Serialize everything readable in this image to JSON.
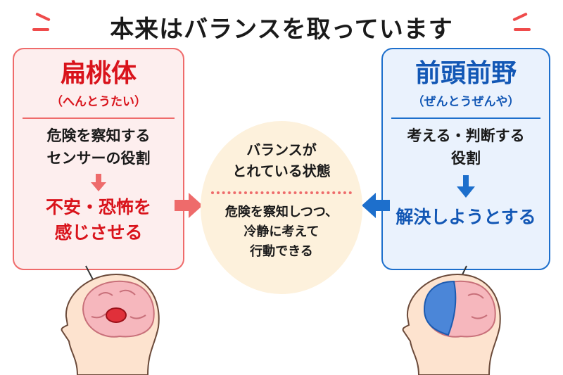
{
  "title": "本来はバランスを取っています",
  "left_box": {
    "name": "扁桃体",
    "reading": "（へんとうたい）",
    "role": [
      "危険を察知する",
      "センサーの役割"
    ],
    "result": [
      "不安・恐怖を",
      "感じさせる"
    ],
    "color": "#d9131b"
  },
  "right_box": {
    "name": "前頭前野",
    "reading": "（ぜんとうぜんや）",
    "role": [
      "考える・判断する",
      "役割"
    ],
    "result": [
      "解決しようとする"
    ],
    "color": "#1257b5"
  },
  "center": {
    "top": [
      "バランスが",
      "とれている状態"
    ],
    "bottom": [
      "危険を察知しつつ、",
      "冷静に考えて",
      "行動できる"
    ]
  }
}
